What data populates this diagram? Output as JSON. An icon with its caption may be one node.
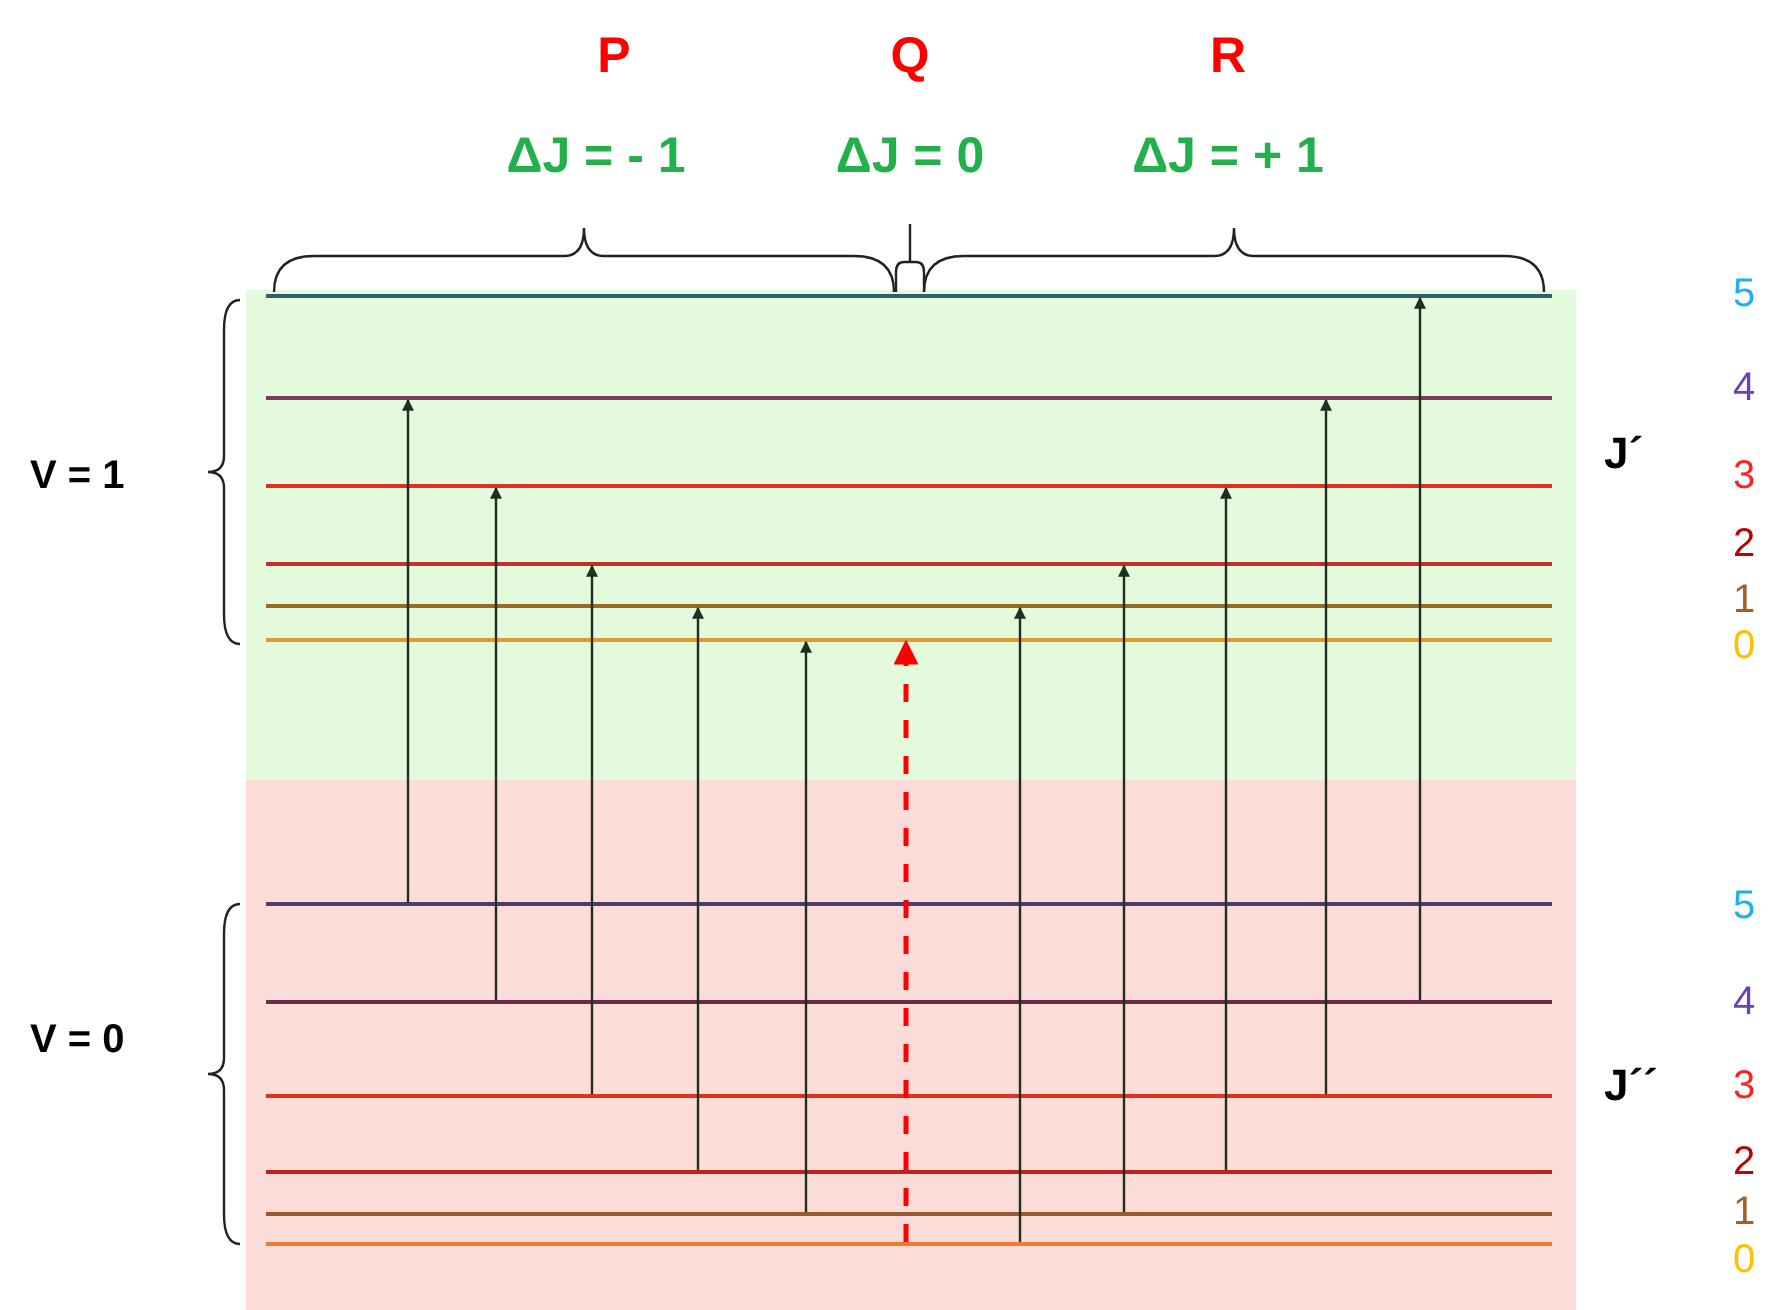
{
  "diagram": {
    "nodes": [
      {
        "text": [
          "V = 1",
          "J´"
        ]
      },
      {
        "text": [],
        "shape": "bar",
        "in": 0
      },
      {
        "text": [],
        "shape": "bar",
        "in": 0
      },
      {
        "text": [],
        "shape": "bar",
        "in": 0
      },
      {
        "text": [],
        "shape": "bar",
        "in": 0
      },
      {
        "text": [],
        "shape": "bar",
        "in": 0
      },
      {
        "text": [],
        "shape": "bar",
        "in": 0
      },
      {
        "text": [
          "V = 0",
          "J´´"
        ]
      },
      {
        "text": [],
        "shape": "bar",
        "in": 7
      },
      {
        "text": [],
        "shape": "bar",
        "in": 7
      },
      {
        "text": [],
        "shape": "bar",
        "in": 7
      },
      {
        "text": [],
        "shape": "bar",
        "in": 7
      },
      {
        "text": [],
        "shape": "bar",
        "in": 7
      },
      {
        "text": [],
        "shape": "bar",
        "in": 7
      }
    ],
    "edges": [
      {
        "from": 8,
        "to": 2,
        "arrow": "to"
      },
      {
        "from": 9,
        "to": 3,
        "arrow": "to"
      },
      {
        "from": 10,
        "to": 4,
        "arrow": "to"
      },
      {
        "from": 11,
        "to": 5,
        "arrow": "to"
      },
      {
        "from": 12,
        "to": 6,
        "arrow": "to"
      },
      {
        "from": 13,
        "to": 6,
        "arrow": "to",
        "style": "dashed",
        "color": "#ff0000"
      },
      {
        "from": 13,
        "to": 5,
        "arrow": "to"
      },
      {
        "from": 12,
        "to": 4,
        "arrow": "to"
      },
      {
        "from": 11,
        "to": 3,
        "arrow": "to"
      },
      {
        "from": 10,
        "to": 2,
        "arrow": "to"
      },
      {
        "from": 9,
        "to": 1,
        "arrow": "to"
      }
    ],
    "labels": [
      "P",
      "Q",
      "R",
      "ΔJ = - 1",
      "ΔJ = 0",
      "ΔJ = + 1",
      "5",
      "4",
      "3",
      "2",
      "1",
      "0",
      "5",
      "4",
      "3",
      "2",
      "1",
      "0"
    ]
  }
}
